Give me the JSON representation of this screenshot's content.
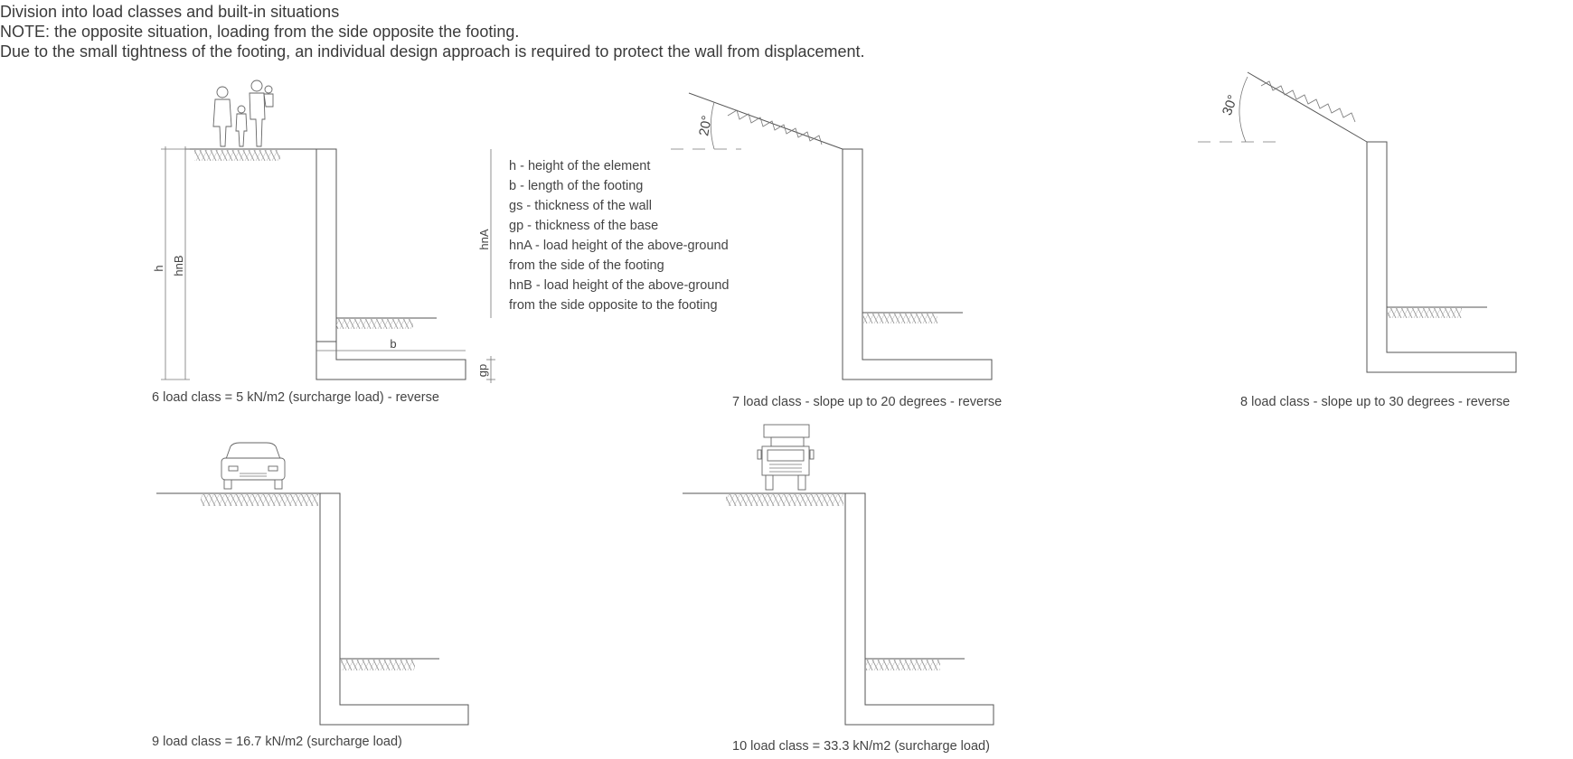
{
  "header": {
    "line1": "Division into load classes and built-in situations",
    "line2": "NOTE: the opposite situation, loading from the side opposite the footing.",
    "line3": "Due to the small tightness of the footing, an individual design approach is required to protect the wall from displacement."
  },
  "legend": [
    "h - height of the element",
    "b - length of the footing",
    "gs - thickness of the wall",
    "gp - thickness of the base",
    "hnA - load height of the above-ground",
    "from the side of the footing",
    "hnB - load height of the above-ground",
    "from the side opposite to the footing"
  ],
  "dimensions": {
    "h": "h",
    "hnB": "hnB",
    "hnA": "hnA",
    "b": "b",
    "gp": "gp"
  },
  "angles": {
    "a20": "20°",
    "a30": "30°"
  },
  "captions": {
    "c6": "6 load class = 5 kN/m2 (surcharge load) - reverse",
    "c7": "7 load class - slope up to 20 degrees - reverse",
    "c8": "8 load class - slope up to 30 degrees - reverse",
    "c9": "9 load class = 16.7 kN/m2 (surcharge load)",
    "c10": "10 load class = 33.3 kN/m2 (surcharge load)"
  },
  "icons": [
    "people-icon",
    "car-icon",
    "truck-icon"
  ]
}
